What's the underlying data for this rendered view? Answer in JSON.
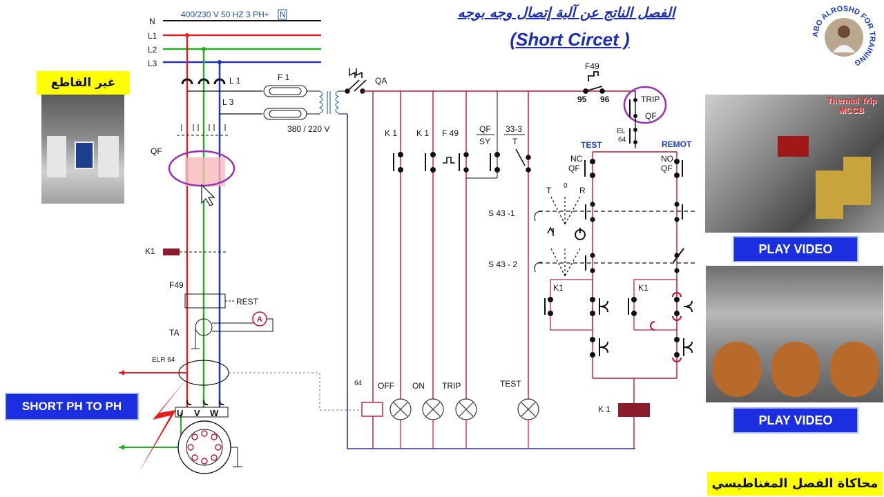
{
  "header": {
    "title_ar": "الفصل الناتج عن آلية إتصال وجه بوجه",
    "title_en": "(Short Circet )"
  },
  "supply": {
    "n_label": "N",
    "l1_label": "L1",
    "l2_label": "L2",
    "l3_label": "L3",
    "spec": "400/230 V   50 HZ   3 PH+",
    "spec_n": "N"
  },
  "power_circuit": {
    "breaker_caption_ar": "غير القاطع",
    "qf": "QF",
    "k1": "K1",
    "f49": "F49",
    "rest": "REST",
    "ta": "TA",
    "elr": "ELR  64",
    "ammeter": "A",
    "motor_u": "U",
    "motor_v": "V",
    "motor_w": "W",
    "fault_label": "SHORT PH TO PH"
  },
  "control_supply": {
    "tap_l1": "L 1",
    "tap_l3": "L 3",
    "fuse": "F 1",
    "transformer_ratio": "380 / 220  V",
    "qa": "QA"
  },
  "control_circuit": {
    "f49": "F49",
    "f49_95": "95",
    "f49_96": "96",
    "trip": "TRIP",
    "trip_qf": "QF",
    "el": "EL",
    "el64": "64",
    "test": "TEST",
    "remot": "REMOT",
    "nc": "NC",
    "nc_qf": "QF",
    "no": "NO",
    "no_qf": "QF",
    "t": "T",
    "zero": "0",
    "r": "R",
    "s43_1": "S  43   -1",
    "s43_2": "S  43 - 2",
    "k1_left": "K1",
    "k1_right": "K1",
    "k1_coil": "K 1",
    "branch_k1a": "K 1",
    "branch_k1b": "K 1",
    "branch_f49": "F 49",
    "branch_qf": "QF",
    "branch_sy": "SY",
    "branch_33": "33-3",
    "branch_t": "T",
    "lamp_64": "64",
    "lamp_off": "OFF",
    "lamp_on": "ON",
    "lamp_trip": "TRIP",
    "lamp_test": "TEST"
  },
  "media": {
    "thermal_trip_line1": "Thermal Trip",
    "thermal_trip_line2": "MCCB",
    "play_video_1": "PLAY VIDEO",
    "play_video_2": "PLAY VIDEO"
  },
  "logo": {
    "text": "ABO ALROSHD FOR TRAINING"
  },
  "footer": {
    "caption_ar": "محاكاة الفصل المغناطيسي"
  },
  "colors": {
    "l1": "#e02020",
    "l2": "#22b022",
    "l3": "#2030c8",
    "control": "#c8102e",
    "control_blue": "#2030c8",
    "coil": "#8b1a2b",
    "highlight": "#9a2fb5",
    "title": "#1c2db8",
    "button": "#1b2ee0",
    "tag": "#ffff00"
  }
}
